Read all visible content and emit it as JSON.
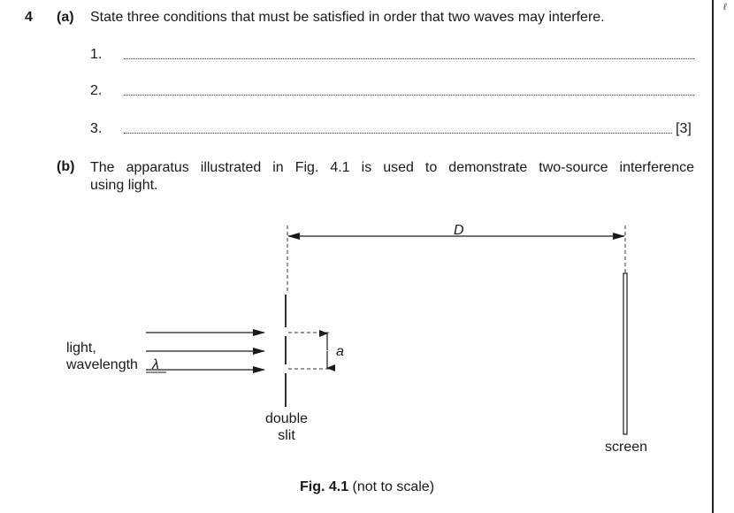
{
  "question": {
    "number": "4",
    "part_a": {
      "label": "(a)",
      "prompt": "State three conditions that must be satisfied in order that two waves may interfere.",
      "answer_lines": [
        "1.",
        "2.",
        "3."
      ],
      "marks": "[3]"
    },
    "part_b": {
      "label": "(b)",
      "prompt_line1": "The apparatus illustrated in Fig. 4.1 is used to demonstrate two-source interference",
      "prompt_line2": "using light."
    }
  },
  "figure": {
    "distance_label": "D",
    "slit_separation_label": "a",
    "light_label_line1": "light,",
    "light_label_line2": "wavelength",
    "wavelength_symbol": "λ",
    "double_slit_line1": "double",
    "double_slit_line2": "slit",
    "screen_label": "screen",
    "caption_bold": "Fig. 4.1",
    "caption_rest": " (not to scale)"
  },
  "margin": {
    "mark": "ℓ"
  }
}
